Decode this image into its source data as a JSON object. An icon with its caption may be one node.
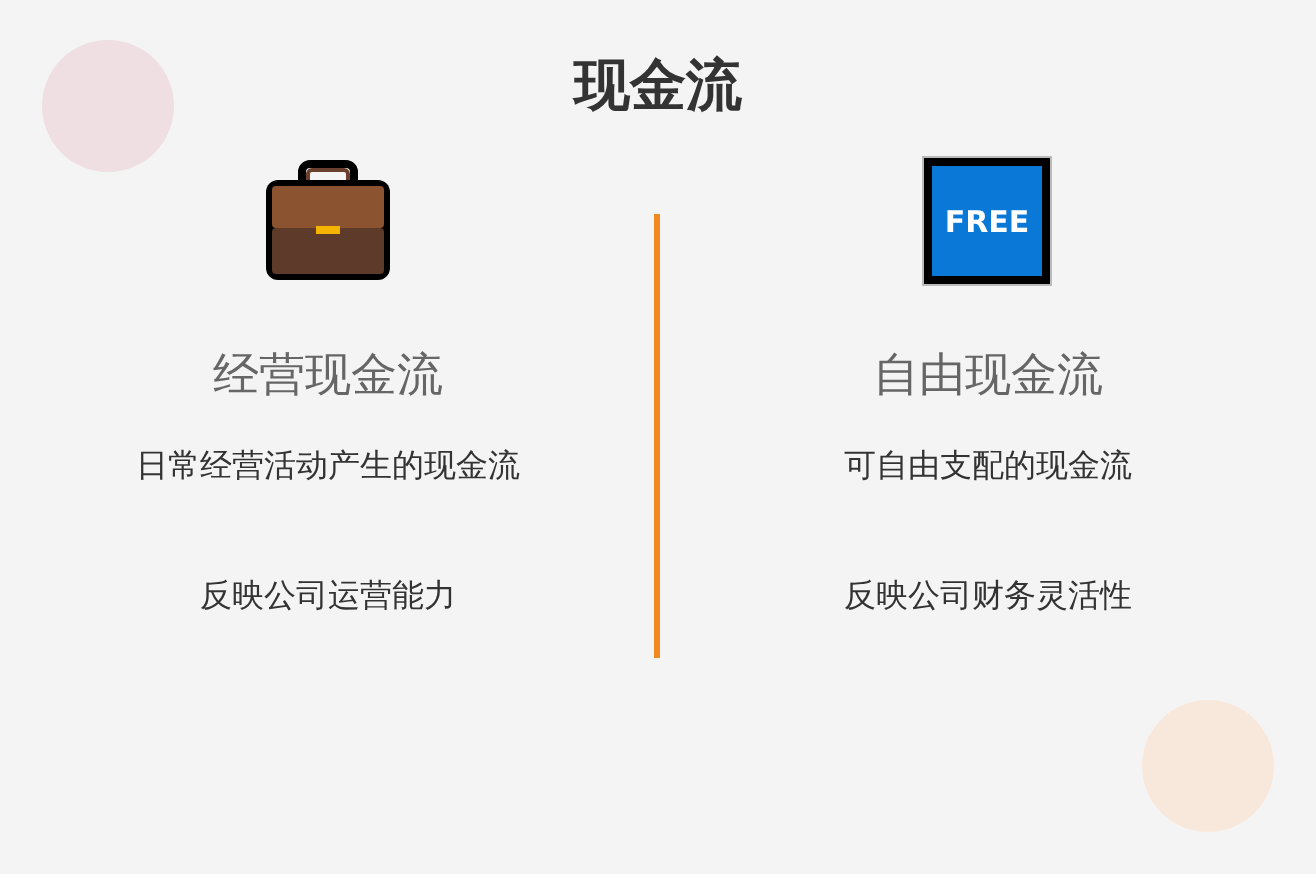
{
  "diagram": {
    "title": "现金流",
    "labels": [
      "经营现金流",
      "日常经营活动产生的现金流",
      "反映公司运营能力",
      "FREE",
      "自由现金流",
      "可自由支配的现金流",
      "反映公司财务灵活性"
    ]
  }
}
